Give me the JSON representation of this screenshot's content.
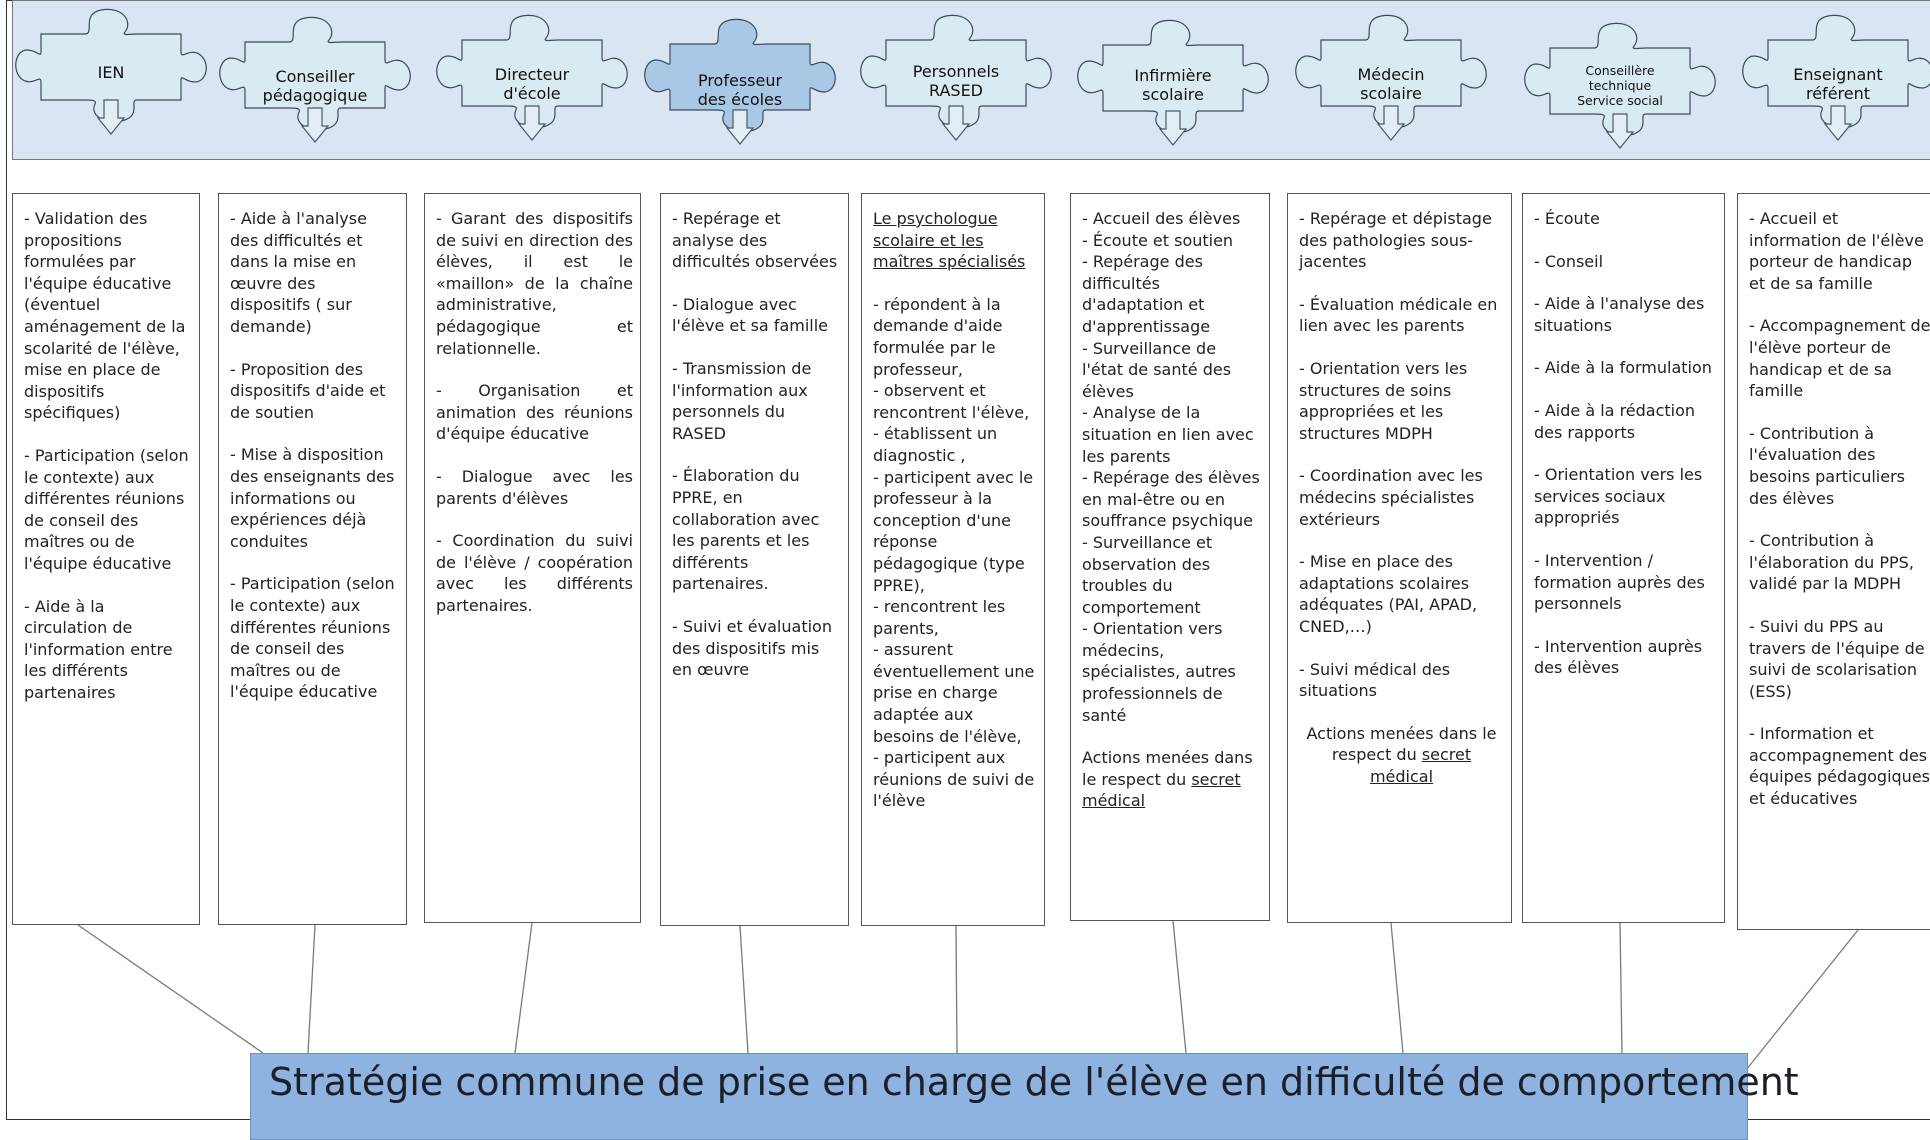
{
  "colors": {
    "band": "#dae5f3",
    "piece_fill": "#daeaf2",
    "piece_selected_fill": "#a9c8e6",
    "arrow_fill": "#e3edf5",
    "connector": "#7a7a7a",
    "strategy": "#8fb3e0"
  },
  "pieces": [
    {
      "label": "IEN",
      "selected": false
    },
    {
      "label": "Conseiller\npédagogique",
      "selected": false
    },
    {
      "label": "Directeur\nd'école",
      "selected": false
    },
    {
      "label": "Professeur\ndes écoles",
      "selected": true
    },
    {
      "label": "Personnels\nRASED",
      "selected": false
    },
    {
      "label": "Infirmière\nscolaire",
      "selected": false
    },
    {
      "label": "Médecin\nscolaire",
      "selected": false
    },
    {
      "label": "Conseillère\ntechnique\nService social",
      "selected": false
    },
    {
      "label": "Enseignant\nréférent",
      "selected": false
    }
  ],
  "columns": [
    {
      "items": [
        "- Validation des propositions formulées par l'équipe éducative  (éventuel aménagement de la scolarité de l'élève, mise en place de dispositifs spécifiques)",
        "- Participation (selon le contexte) aux différentes réunions de conseil des maîtres ou de l'équipe éducative",
        "- Aide à la circulation de l'information entre les différents partenaires"
      ]
    },
    {
      "items": [
        "- Aide à l'analyse des difficultés et dans la mise en œuvre des dispositifs ( sur demande)",
        "- Proposition des dispositifs d'aide et de soutien",
        "- Mise à disposition des enseignants des informations ou expériences déjà conduites",
        "- Participation (selon le contexte) aux différentes réunions de conseil des maîtres ou de l'équipe éducative"
      ]
    },
    {
      "items": [
        "- Garant des dispositifs de suivi en direction des élèves, il est le «maillon» de la chaîne administrative, pédagogique et relationnelle.",
        "- Organisation et animation des réunions d'équipe éducative",
        "- Dialogue avec les parents d'élèves",
        "- Coordination du suivi de l'élève / coopération avec les différents partenaires."
      ]
    },
    {
      "items": [
        "- Repérage et analyse des difficultés observées",
        "- Dialogue avec l'élève et sa famille",
        "- Transmission de l'information aux personnels du RASED",
        "- Élaboration du PPRE, en collaboration avec les parents et les différents partenaires.",
        "- Suivi et évaluation des dispositifs mis en œuvre"
      ]
    },
    {
      "heading": "Le psychologue scolaire et les maîtres spécialisés",
      "items": [
        "- répondent à la demande d'aide formulée par le professeur,",
        "- observent et rencontrent l'élève,",
        "- établissent un diagnostic ,",
        "- participent avec le professeur à la conception d'une réponse pédagogique (type PPRE),",
        "- rencontrent les parents,",
        "- assurent éventuellement une prise en charge adaptée aux besoins de l'élève,",
        "- participent aux réunions de suivi de l'élève"
      ]
    },
    {
      "items": [
        "- Accueil des élèves",
        "- Écoute et soutien",
        "- Repérage des difficultés d'adaptation et d'apprentissage",
        "- Surveillance de l'état de santé des élèves",
        "- Analyse de la situation en lien avec les parents",
        "- Repérage des élèves en mal-être ou en souffrance psychique",
        "- Surveillance et observation des troubles du comportement",
        "- Orientation vers médecins, spécialistes, autres professionnels de santé"
      ],
      "note_prefix": "Actions menées dans le respect du ",
      "note_link": "secret médical"
    },
    {
      "items": [
        "- Repérage et dépistage des pathologies sous-jacentes",
        "- Évaluation médicale en lien avec les parents",
        "- Orientation vers les structures de soins appropriées et les structures MDPH",
        "- Coordination avec les médecins spécialistes extérieurs",
        "- Mise en place des adaptations scolaires adéquates (PAI, APAD, CNED,…)",
        "- Suivi médical des situations"
      ],
      "note_prefix": "Actions menées dans le respect du ",
      "note_link": "secret médical"
    },
    {
      "items": [
        "- Écoute",
        "- Conseil",
        "- Aide à l'analyse des situations",
        "- Aide à la formulation",
        "- Aide à la rédaction des rapports",
        "- Orientation vers les services sociaux appropriés",
        "- Intervention / formation auprès des personnels",
        "- Intervention auprès des élèves"
      ]
    },
    {
      "items": [
        "- Accueil et information de l'élève porteur de handicap et de sa famille",
        "- Accompagnement de l'élève porteur de handicap et de sa famille",
        "- Contribution à l'évaluation des besoins particuliers des élèves",
        "- Contribution à l'élaboration du PPS, validé par la MDPH",
        "- Suivi du PPS au travers de l'équipe de suivi de scolarisation (ESS)",
        "- Information et accompagnement des équipes pédagogiques et éducatives"
      ]
    }
  ],
  "strategy": "Stratégie commune de prise en charge de l'élève en difficulté de comportement"
}
